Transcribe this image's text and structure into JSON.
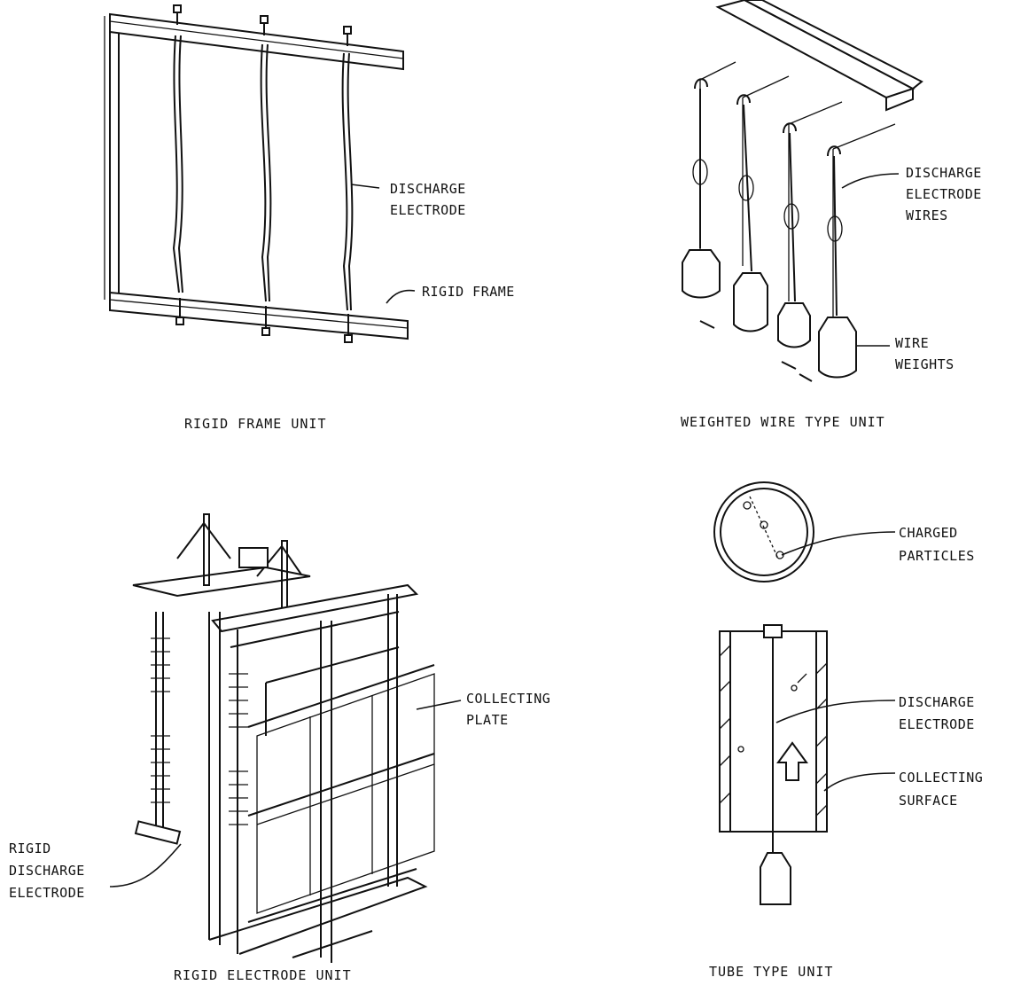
{
  "panels": {
    "rigid_frame": {
      "caption": "RIGID FRAME UNIT",
      "label_discharge_line1": "DISCHARGE",
      "label_discharge_line2": "ELECTRODE",
      "label_frame": "RIGID FRAME"
    },
    "weighted_wire": {
      "caption": "WEIGHTED WIRE TYPE UNIT",
      "label_wires_line1": "DISCHARGE",
      "label_wires_line2": "ELECTRODE",
      "label_wires_line3": "WIRES",
      "label_weights_line1": "WIRE",
      "label_weights_line2": "WEIGHTS"
    },
    "rigid_electrode": {
      "caption": "RIGID ELECTRODE UNIT",
      "label_plate_line1": "COLLECTING",
      "label_plate_line2": "PLATE",
      "label_rigid_line1": "RIGID",
      "label_rigid_line2": "DISCHARGE",
      "label_rigid_line3": "ELECTRODE"
    },
    "tube_type": {
      "caption": "TUBE TYPE UNIT",
      "label_particles_line1": "CHARGED",
      "label_particles_line2": "PARTICLES",
      "label_discharge_line1": "DISCHARGE",
      "label_discharge_line2": "ELECTRODE",
      "label_surface_line1": "COLLECTING",
      "label_surface_line2": "SURFACE"
    }
  }
}
